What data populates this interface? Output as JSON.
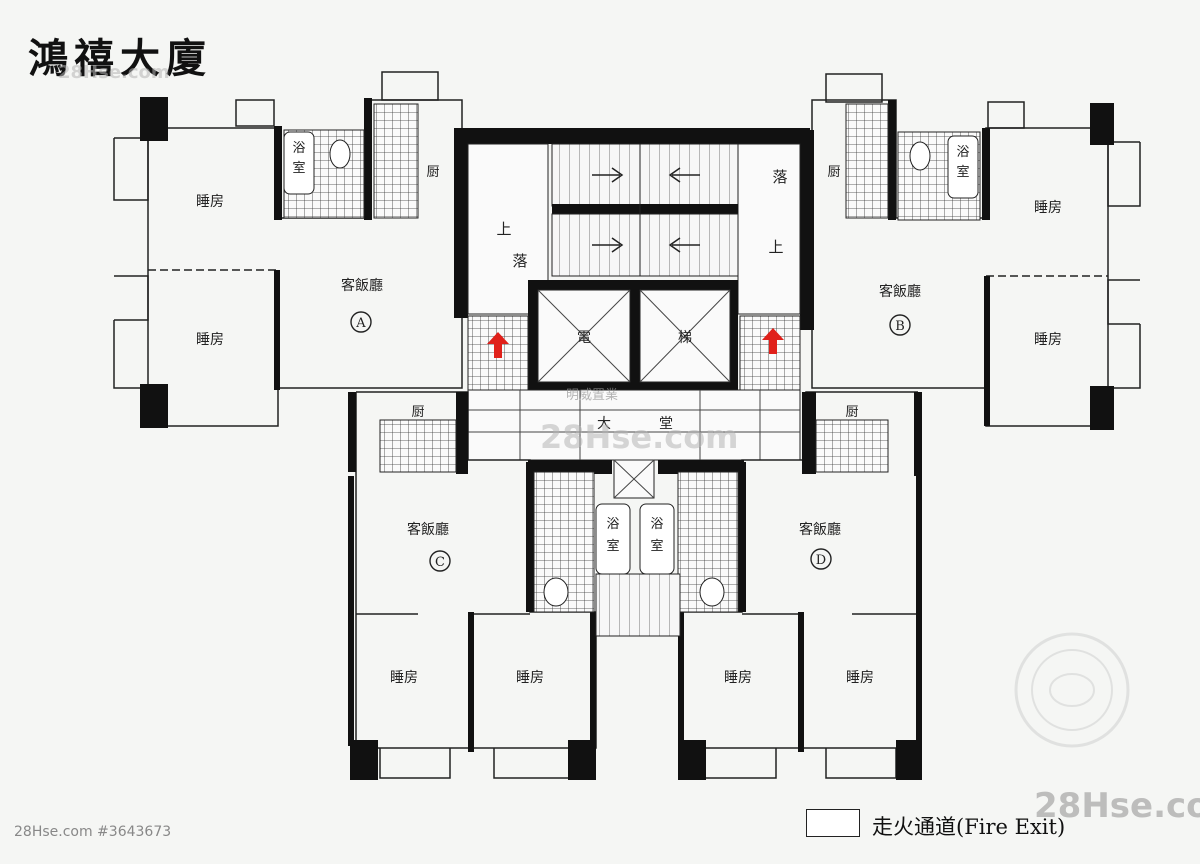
{
  "building_name": "鴻禧大廈",
  "watermark_top": "28Hse.com",
  "watermark_mid": "28Hse.com",
  "watermark_bottom": "28Hse.com",
  "listing_ref": "28Hse.com #3643673",
  "agent_text": "明威置業",
  "legend": {
    "label": "走火通道(Fire Exit)"
  },
  "units": {
    "A": {
      "marker": "A",
      "living": "客飯廳",
      "bed1": "睡房",
      "bed2": "睡房",
      "bath": [
        "浴",
        "室"
      ],
      "kitchen": "厨"
    },
    "B": {
      "marker": "B",
      "living": "客飯廳",
      "bed1": "睡房",
      "bed2": "睡房",
      "bath": [
        "浴",
        "室"
      ],
      "kitchen": "厨"
    },
    "C": {
      "marker": "C",
      "living": "客飯廳",
      "bed1": "睡房",
      "bed2": "睡房",
      "bath": [
        "浴",
        "室"
      ],
      "kitchen": "厨"
    },
    "D": {
      "marker": "D",
      "living": "客飯廳",
      "bed1": "睡房",
      "bed2": "睡房",
      "bath": [
        "浴",
        "室"
      ],
      "kitchen": "厨"
    }
  },
  "core": {
    "up_left": "上",
    "down_left": "落",
    "down_right": "落",
    "up_right": "上",
    "lift_left": "電",
    "lift_right": "梯",
    "lobby": [
      "大",
      "堂"
    ]
  },
  "colors": {
    "wall": "#111111",
    "arrow": "#e0201a",
    "paper": "#f5f6f4"
  }
}
